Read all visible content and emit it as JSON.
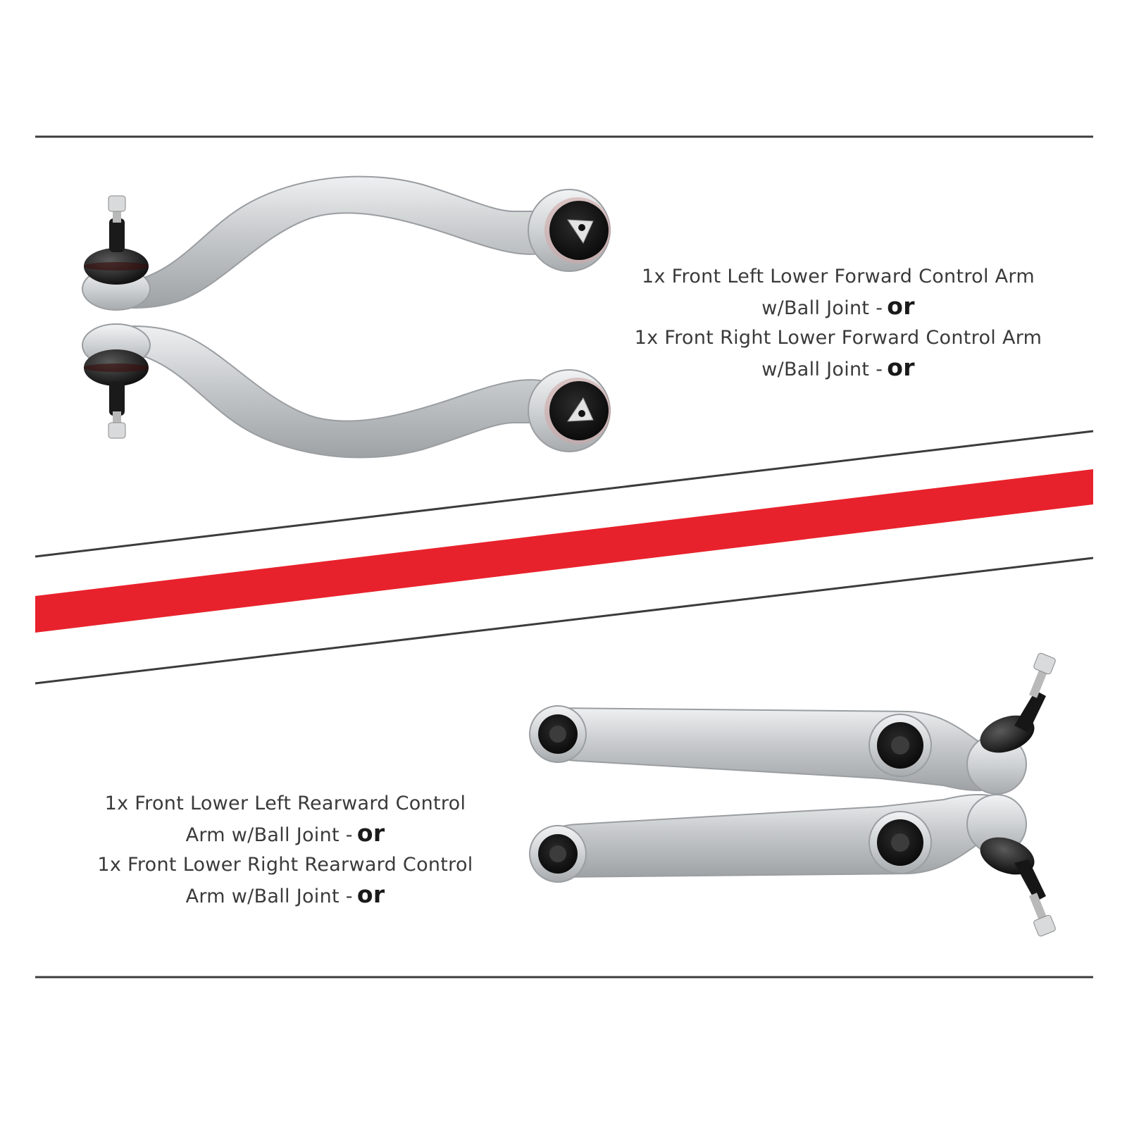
{
  "colors": {
    "accent_red": "#e8222c",
    "divider": "#3c3c3c",
    "aluminum": "#c9ccce",
    "bushing": "#151515",
    "text": "#3a3a3a"
  },
  "top_caption": {
    "line1": "1x Front Left Lower Forward Control Arm",
    "line2": "w/Ball Joint -",
    "line2_or": "or",
    "line3": "1x Front Right Lower Forward Control Arm",
    "line4": "w/Ball Joint -",
    "line4_or": "or"
  },
  "bottom_caption": {
    "line1": "1x Front Lower Left Rearward Control",
    "line2": "Arm w/Ball Joint -",
    "line2_or": "or",
    "line3": "1x Front Lower Right Rearward Control",
    "line4": "Arm w/Ball Joint -",
    "line4_or": "or"
  },
  "icons": {
    "forward_arm": "curved-control-arm-icon",
    "rearward_arm": "straight-control-arm-icon",
    "ball_joint": "ball-joint-icon",
    "bushing": "bushing-icon"
  }
}
